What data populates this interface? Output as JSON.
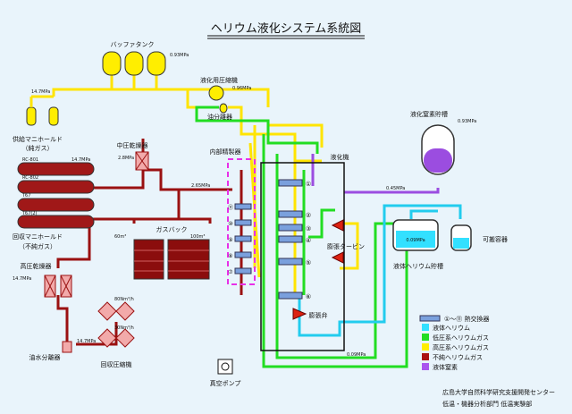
{
  "title": "ヘリウム液化システム系統図",
  "labels": {
    "buffer_tank": "バッファタンク",
    "p_buffer": "0.93MPa",
    "liq_compressor": "液化用圧縮機",
    "p_compressor": "0.96MPa",
    "oil_separator": "油分離器",
    "p_supply": "14.7MPa",
    "supply_manifold_1": "供給マニホールド",
    "supply_manifold_2": "（純ガス）",
    "mid_dryer": "中圧乾燥器",
    "p_mid_dryer": "2.8MPa",
    "p_rc": "14.7MPa",
    "cyl_1": "RC-801",
    "cyl_2": "RC-802",
    "cyl_3": "T67",
    "cyl_4": "T67(2)",
    "p_265": "2.65MPa",
    "recovery_manifold_1": "回収マニホールド",
    "recovery_manifold_2": "（不純ガス）",
    "internal_purifier": "内部精製器",
    "liquefier": "液化機",
    "gas_bag": "ガスバック",
    "bag_60": "60m³",
    "bag_100": "100m³",
    "hp_dryer": "高圧乾燥器",
    "p_hp_dryer": "14.7MPa",
    "flow_80": "80Nm³/h",
    "flow_30": "30Nm³/h",
    "p_oilwater": "14.7MPa",
    "oil_water_sep": "油水分離器",
    "recovery_compressor": "回収圧縮機",
    "vacuum_pump": "真空ポンプ",
    "ln2_tank": "液化窒素貯槽",
    "p_ln2": "0.93MPa",
    "p_045": "0.45MPa",
    "p_009a": "0.09MPa",
    "p_009b": "0.09MPa",
    "lhe_tank": "液体ヘリウム貯槽",
    "portable": "可搬容器",
    "exp_turbine": "膨張タービン",
    "exp_valve": "膨張弁",
    "hx_nums": [
      "①",
      "②",
      "③",
      "④",
      "⑤",
      "⑥"
    ],
    "pur_nums": [
      "⑪",
      "⑩",
      "⑨",
      "⑧",
      "⑦"
    ]
  },
  "legend": {
    "hx_label": "①～⑪  熱交換器",
    "items": [
      {
        "label": "液体ヘリウム",
        "color": "#33e0ff"
      },
      {
        "label": "低圧系ヘリウムガス",
        "color": "#22dd22"
      },
      {
        "label": "高圧系ヘリウムガス",
        "color": "#ffee00"
      },
      {
        "label": "不純ヘリウムガス",
        "color": "#aa1111"
      },
      {
        "label": "液体窒素",
        "color": "#aa55ee"
      }
    ]
  },
  "footer": {
    "line1": "広島大学自然科学研究支援開発センター",
    "line2": "低温・機器分析部門  低温実験部"
  }
}
